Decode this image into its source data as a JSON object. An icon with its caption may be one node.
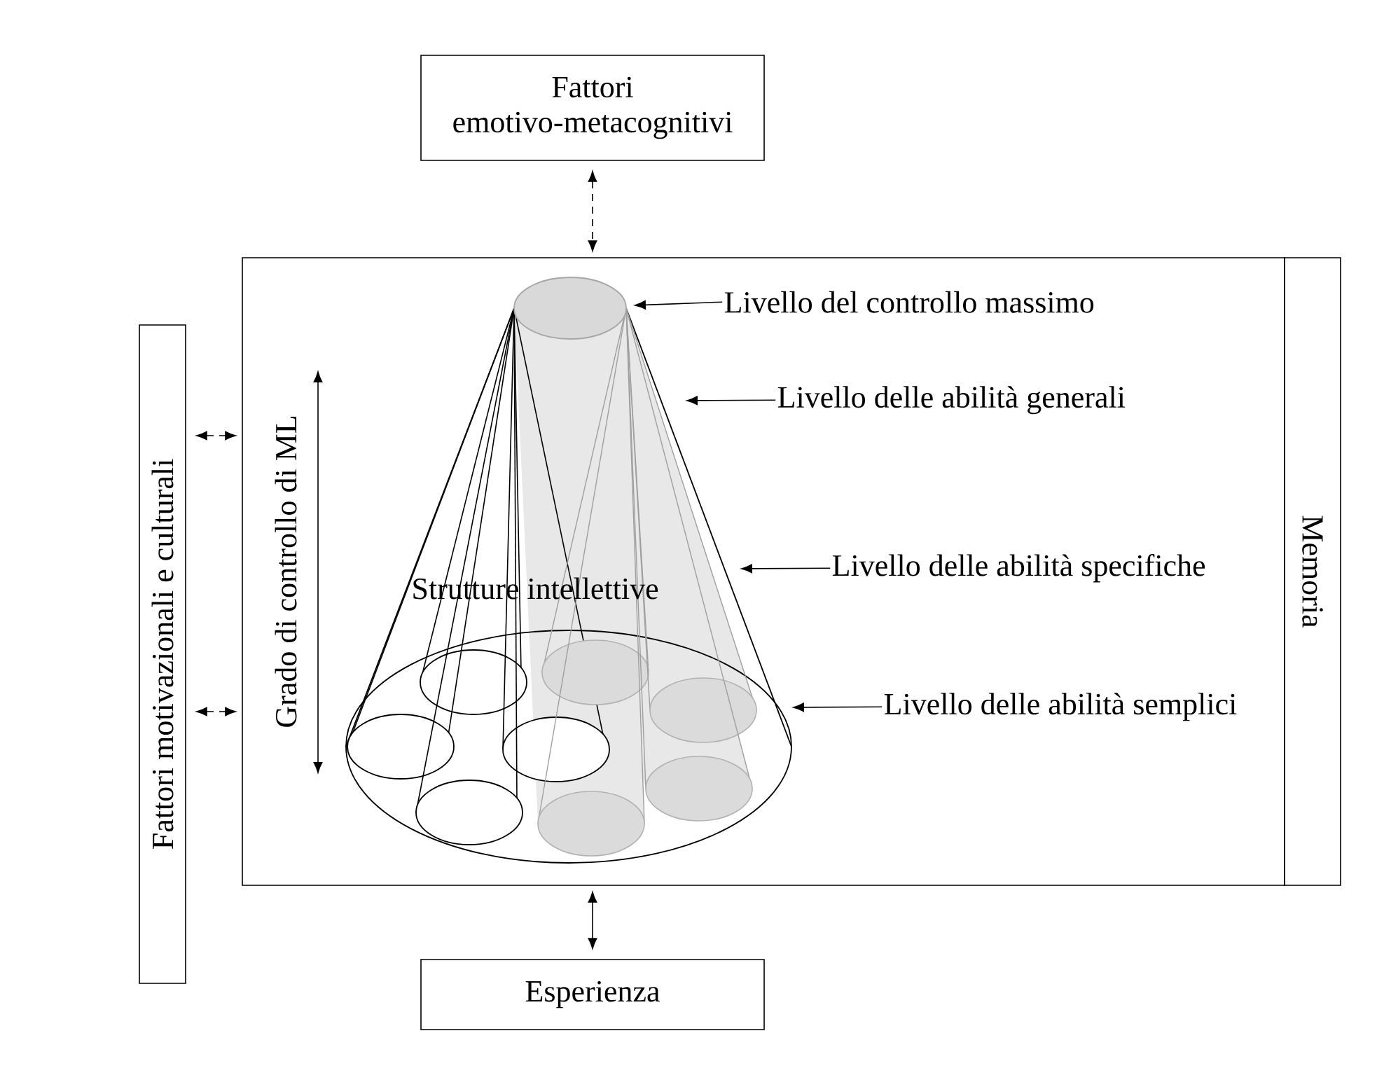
{
  "diagram": {
    "nodes": [
      {
        "text": [
          "Fattori emotivo-metacognitivi"
        ]
      },
      {
        "text": [],
        "shape": "box"
      },
      {
        "text": [
          "Memoria"
        ]
      },
      {
        "text": [
          "Fattori motivazionali e culturali"
        ]
      },
      {
        "text": [
          "Esperienza"
        ]
      },
      {
        "text": [
          "Livello del controllo massimo"
        ],
        "in": 1
      },
      {
        "text": [
          "Livello delle abilità generali"
        ],
        "in": 1
      },
      {
        "text": [
          "Livello delle abilità specifiche"
        ],
        "in": 1
      },
      {
        "text": [
          "Livello delle abilità semplici"
        ],
        "in": 1
      }
    ],
    "edges": [
      {
        "from": 0,
        "to": 1,
        "arrow": "both",
        "style": "dashed"
      },
      {
        "from": 3,
        "to": 1,
        "arrow": "both",
        "style": "dashed"
      },
      {
        "from": 3,
        "to": 1,
        "arrow": "both",
        "style": "dashed"
      },
      {
        "from": 4,
        "to": 1,
        "arrow": "both"
      },
      {
        "from": 5,
        "to": null,
        "arrow": "to"
      },
      {
        "from": 6,
        "to": null,
        "arrow": "to"
      },
      {
        "from": 7,
        "to": null,
        "arrow": "to"
      },
      {
        "from": 8,
        "to": null,
        "arrow": "to"
      }
    ],
    "labels": [
      "Grado di controllo di ML",
      "Strutture intellettive"
    ]
  }
}
